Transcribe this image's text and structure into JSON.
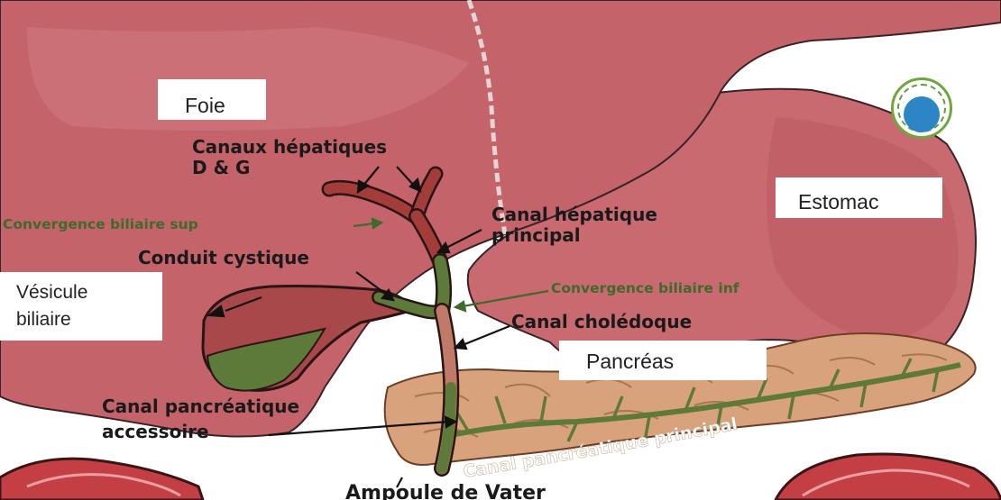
{
  "labels": {
    "foie": "Foie",
    "estomac": "Estomac",
    "vesicule_line1": "Vésicule",
    "vesicule_line2": "biliaire",
    "pancreas": "Pancréas",
    "canaux_line1": "Canaux hépatiques",
    "canaux_line2": "D & G",
    "convergence_sup": "Convergence biliaire sup",
    "canal_hepatique_line1": "Canal hépatique",
    "canal_hepatique_line2": "principal",
    "conduit_cystique": "Conduit cystique",
    "convergence_inf": "Convergence biliaire inf",
    "canal_choledoque": "Canal cholédoque",
    "canal_pancreatique_acc_line1": "Canal pancréatique",
    "canal_pancreatique_acc_line2": "accessoire",
    "canal_pancreatique_principal": "Canal pancréatique principal",
    "ampoule": "Ampoule de Vater"
  },
  "colors": {
    "liver": "#c4646a",
    "stomach": "#c96a70",
    "duct_red": "#a33d3a",
    "duct_green": "#5d7a3a",
    "gallbladder": "#a8484a",
    "pancreas": "#d7a27c",
    "label_green": "#3f6a2c",
    "logo_ring": "#6ea83c",
    "logo_center": "#2c86c6"
  },
  "icons": {
    "logo": "organization-logo-icon"
  }
}
